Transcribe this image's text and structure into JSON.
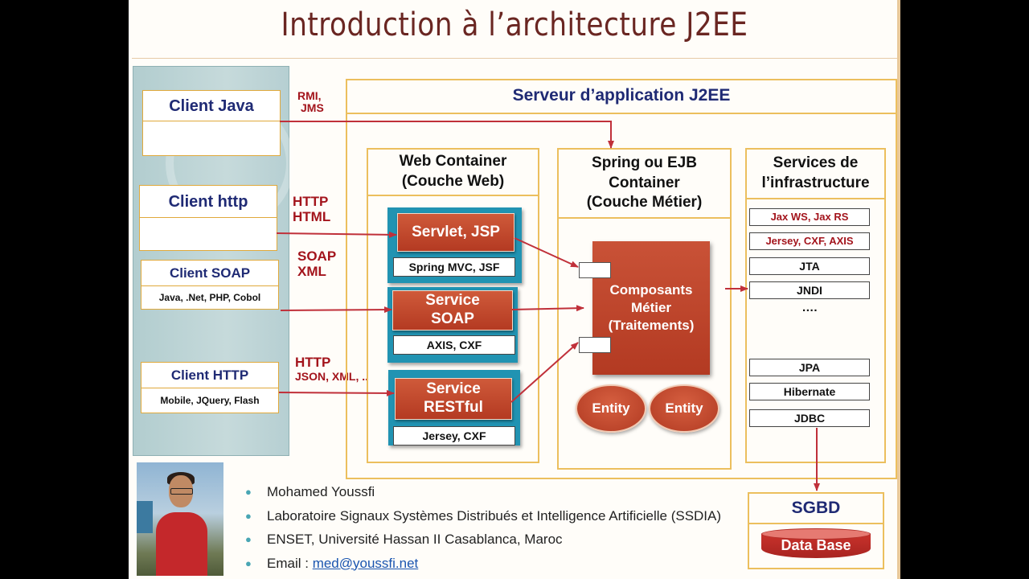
{
  "title": "Introduction à l’architecture J2EE",
  "clients": {
    "java": {
      "title": "Client  Java",
      "protocols": [
        "RMI,",
        "JMS"
      ]
    },
    "http": {
      "title": "Client  http",
      "protocols": [
        "HTTP",
        "HTML"
      ]
    },
    "soap": {
      "title": "Client  SOAP",
      "sub": "Java, .Net, PHP, Cobol",
      "protocols": [
        "SOAP",
        "XML"
      ]
    },
    "rest": {
      "title": "Client  HTTP",
      "sub": "Mobile, JQuery, Flash",
      "protocols": [
        "HTTP",
        "JSON, XML, .."
      ]
    }
  },
  "server": {
    "title": "Serveur d’application J2EE",
    "web": {
      "head": [
        "Web Container",
        "(Couche Web)"
      ],
      "servlet": {
        "title": [
          "Servlet, JSP"
        ],
        "lib": "Spring MVC, JSF"
      },
      "soap": {
        "title": [
          "Service",
          "SOAP"
        ],
        "lib": "AXIS, CXF"
      },
      "rest": {
        "title": [
          "Service",
          "RESTful"
        ],
        "lib": "Jersey, CXF"
      }
    },
    "business": {
      "head": [
        "Spring ou EJB",
        "Container",
        "(Couche Métier)"
      ],
      "components": [
        "Composants",
        "Métier",
        "(Traitements)"
      ],
      "entities": [
        "Entity",
        "Entity"
      ]
    },
    "infra": {
      "head": [
        "Services de",
        "l’infrastructure"
      ],
      "services": [
        "Jax WS, Jax RS",
        "Jersey, CXF, AXIS",
        "JTA",
        "JNDI",
        "….",
        "JPA",
        "Hibernate",
        "JDBC"
      ]
    }
  },
  "sgbd": {
    "title": "SGBD",
    "db": "Data Base"
  },
  "author": {
    "name": "Mohamed Youssfi",
    "lab": "Laboratoire Signaux Systèmes Distribués et Intelligence Artificielle (SSDIA)",
    "school": "ENSET, Université Hassan II Casablanca, Maroc",
    "email_label": "Email : ",
    "email": "med@youssfi.net"
  },
  "colors": {
    "title": "#6a2622",
    "navy": "#1f2a74",
    "red": "#a3141c",
    "gold": "#ecbf5e",
    "teal": "#2193b2"
  }
}
